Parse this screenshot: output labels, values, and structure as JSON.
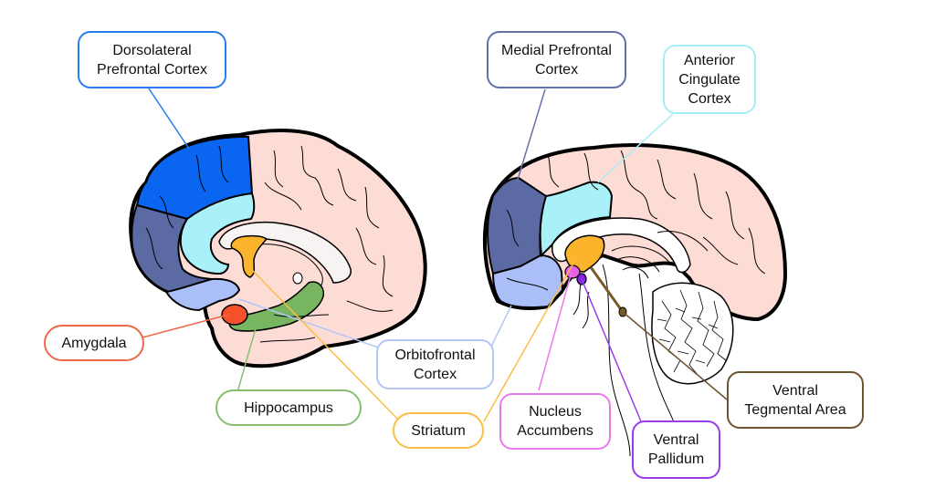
{
  "title": "Brain regions diagram (lateral and medial views)",
  "colors": {
    "cortex": "#fddcd6",
    "outline": "#000000",
    "white_matter": "#f6f3f2",
    "dorsolateral_prefrontal_cortex": "#0a66f0",
    "medial_prefrontal_cortex": "#5b6aa3",
    "anterior_cingulate_cortex": "#a9f0f8",
    "orbitofrontal_cortex": "#aabff8",
    "amygdala": "#f5512a",
    "hippocampus": "#78b560",
    "striatum": "#fbb42c",
    "nucleus_accumbens": "#e85ee8",
    "ventral_pallidum": "#8a22e6",
    "ventral_tegmental_area": "#7a5a26"
  },
  "labels": [
    {
      "id": "dlpfc",
      "lines": [
        "Dorsolateral",
        "Prefrontal Cortex"
      ],
      "color": "#2a7cee"
    },
    {
      "id": "mpfc",
      "lines": [
        "Medial Prefrontal",
        "Cortex"
      ],
      "color": "#6670a8"
    },
    {
      "id": "acc",
      "lines": [
        "Anterior",
        "Cingulate",
        "Cortex"
      ],
      "color": "#a6eef6"
    },
    {
      "id": "amygdala",
      "lines": [
        "Amygdala"
      ],
      "color": "#f0684a"
    },
    {
      "id": "ofc",
      "lines": [
        "Orbitofrontal",
        "Cortex"
      ],
      "color": "#b3c6f4"
    },
    {
      "id": "hippocampus",
      "lines": [
        "Hippocampus"
      ],
      "color": "#86bf6e"
    },
    {
      "id": "striatum",
      "lines": [
        "Striatum"
      ],
      "color": "#fbbd45"
    },
    {
      "id": "nacc",
      "lines": [
        "Nucleus",
        "Accumbens"
      ],
      "color": "#ea7aea"
    },
    {
      "id": "vp",
      "lines": [
        "Ventral",
        "Pallidum"
      ],
      "color": "#9a3cec"
    },
    {
      "id": "vta",
      "lines": [
        "Ventral",
        "Tegmental Area"
      ],
      "color": "#6e5430"
    }
  ]
}
